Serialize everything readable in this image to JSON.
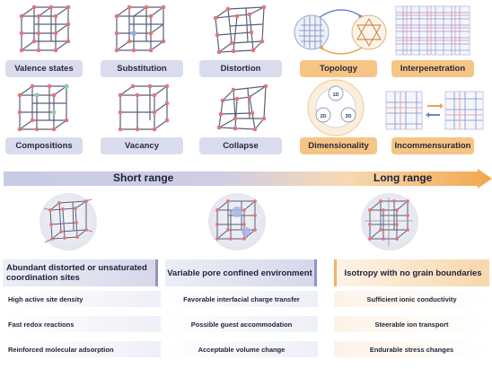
{
  "top_labels": {
    "valence": "Valence states",
    "substitution": "Substitution",
    "distortion": "Distortion",
    "topology": "Topology",
    "interpenetration": "Interpenetration",
    "compositions": "Compositions",
    "vacancy": "Vacancy",
    "collapse": "Collapse",
    "dimensionality": "Dimensionality",
    "incommensuration": "Incommensuration"
  },
  "dimensionality_tags": [
    "1D",
    "2D",
    "3D"
  ],
  "range": {
    "short": "Short range",
    "long": "Long range"
  },
  "columns": [
    {
      "header": "Abundant distorted or unsaturated coordination sites",
      "items": [
        "High active site density",
        "Fast redox reactions",
        "Reinforced molecular adsorption"
      ]
    },
    {
      "header": "Variable pore confined environment",
      "items": [
        "Favorable interfacial charge transfer",
        "Possible guest accommodation",
        "Acceptable volume change"
      ]
    },
    {
      "header": "Isotropy with no grain boundaries",
      "items": [
        "Sufficient ionic conductivity",
        "Steerable ion transport",
        "Endurable stress changes"
      ]
    }
  ],
  "colors": {
    "node": "#e3757f",
    "edge": "#5a5f7a",
    "blue_pill": "#d9dcec",
    "orange_pill": "#f6c585",
    "arrow_start": "#c7cbe3",
    "arrow_end": "#f3a64d"
  }
}
